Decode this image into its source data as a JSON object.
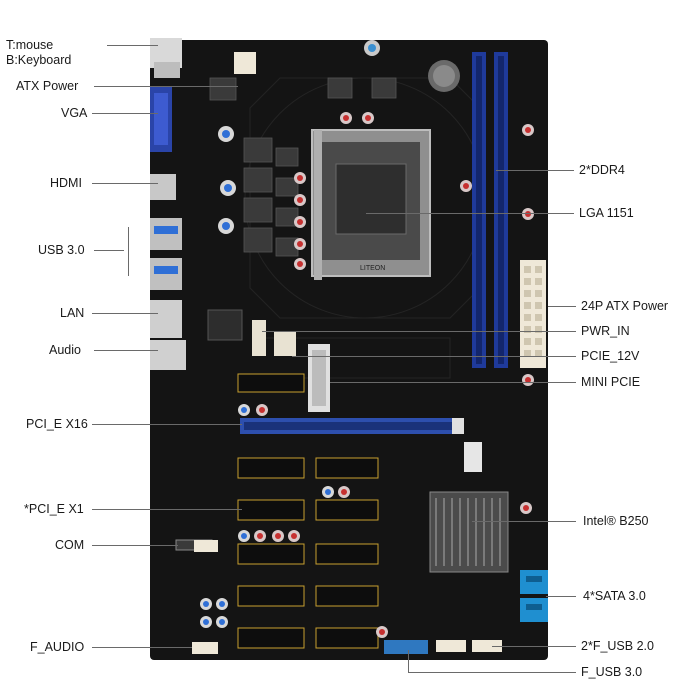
{
  "labels_left": {
    "ps2": "T:mouse\nB:Keyboard",
    "atx_power": "ATX Power",
    "vga": "VGA",
    "hdmi": "HDMI",
    "usb3": "USB 3.0",
    "lan": "LAN",
    "audio": "Audio",
    "pcie_x16": "PCI_E X16",
    "pcie_x1": "*PCI_E X1",
    "com": "COM",
    "f_audio": "F_AUDIO"
  },
  "labels_right": {
    "ddr4": "2*DDR4",
    "lga": "LGA 1151",
    "atx24": "24P ATX Power",
    "pwr_in": "PWR_IN",
    "pcie_12v": "PCIE_12V",
    "mini_pcie": "MINI PCIE",
    "chipset": "Intel® B250",
    "sata": "4*SATA 3.0",
    "f_usb2": "2*F_USB 2.0",
    "f_usb3": "F_USB 3.0"
  },
  "board": {
    "pcb_color": "#141414",
    "dimm_color": "#1f3a9a",
    "pcie_x16_color": "#2d4fae",
    "sata_color": "#1f8fd0",
    "socket_color": "#9a9a9a",
    "heatsink_color": "#555555",
    "socket_marking": "LITEON"
  }
}
